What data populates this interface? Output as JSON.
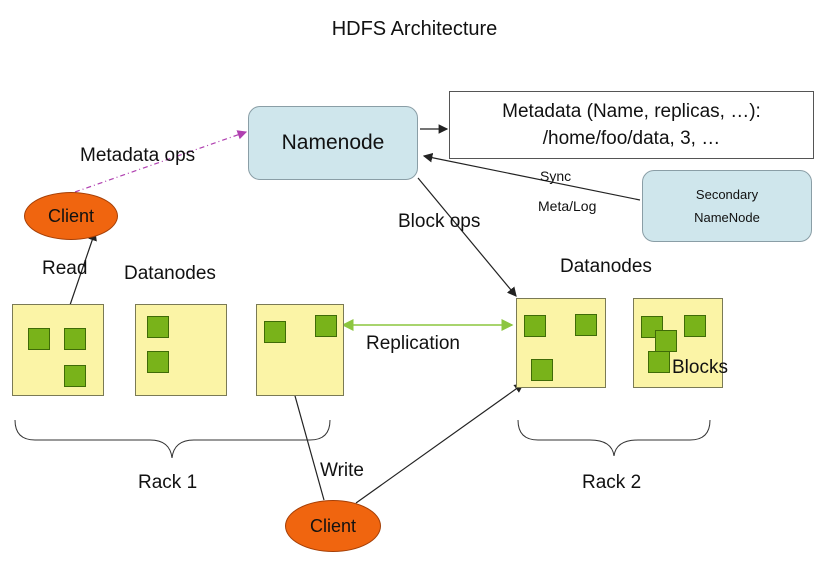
{
  "title": "HDFS Architecture",
  "namenode": {
    "label": "Namenode"
  },
  "metadata_box": {
    "line1": "Metadata (Name, replicas, …):",
    "line2": "/home/foo/data, 3, …"
  },
  "secondary_namenode": {
    "line1": "Secondary",
    "line2": "NameNode"
  },
  "labels": {
    "metadata_ops": "Metadata ops",
    "block_ops": "Block ops",
    "sync": "Sync",
    "meta_log": "Meta/Log",
    "read": "Read",
    "write": "Write",
    "replication": "Replication",
    "blocks": "Blocks",
    "datanodes_left": "Datanodes",
    "datanodes_right": "Datanodes",
    "rack1": "Rack 1",
    "rack2": "Rack 2"
  },
  "clients": {
    "top": "Client",
    "bottom": "Client"
  },
  "colors": {
    "node_fill": "#cfe6ec",
    "client_fill": "#f0650f",
    "datanode_fill": "#fbf4a6",
    "block_fill": "#79b31a",
    "replication_line": "#9ecf3a",
    "metadata_line": "#b040b0"
  }
}
